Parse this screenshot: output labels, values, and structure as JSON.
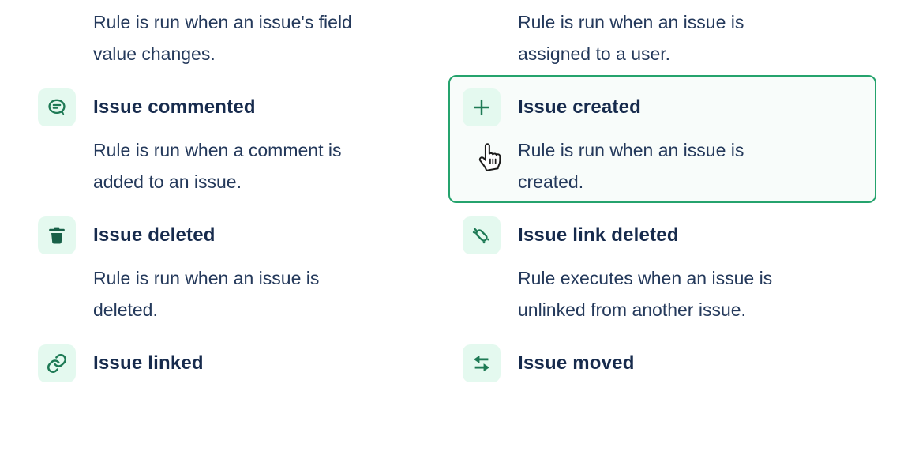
{
  "accent": {
    "selected_border": "#25A36D",
    "selected_background": "#F8FCFA",
    "icon_tile_background": "#E4F9EF",
    "icon_green": "#1E7A55",
    "title_color": "#172B4D",
    "description_color": "#24395B"
  },
  "triggers": [
    {
      "icon": "",
      "title": "",
      "description": "Rule is run when an issue's field\nvalue changes.",
      "selected": false
    },
    {
      "icon": "",
      "title": "",
      "description": "Rule is run when an issue is\nassigned to a user.",
      "selected": false
    },
    {
      "icon": "comment-icon",
      "title": "Issue commented",
      "description": "Rule is run when a comment is\nadded to an issue.",
      "selected": false
    },
    {
      "icon": "plus-icon",
      "title": "Issue created",
      "description": "Rule is run when an issue is\ncreated.",
      "selected": true
    },
    {
      "icon": "trash-icon",
      "title": "Issue deleted",
      "description": "Rule is run when an issue is\ndeleted.",
      "selected": false
    },
    {
      "icon": "broken-link-icon",
      "title": "Issue link deleted",
      "description": "Rule executes when an issue is\nunlinked from another issue.",
      "selected": false
    },
    {
      "icon": "link-icon",
      "title": "Issue linked",
      "description": "",
      "selected": false
    },
    {
      "icon": "moved-icon",
      "title": "Issue moved",
      "description": "",
      "selected": false
    }
  ],
  "cursor": {
    "name": "hand-pointer-cursor"
  }
}
